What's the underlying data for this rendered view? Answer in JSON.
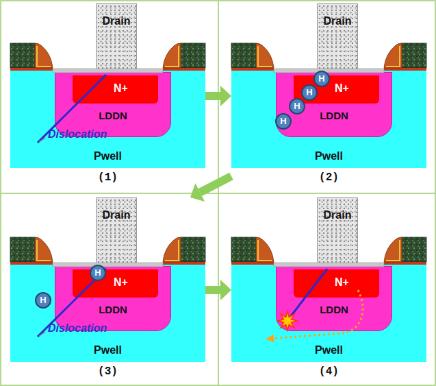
{
  "diagram": {
    "nodes": [
      {
        "text": [
          "(1)"
        ]
      },
      {
        "text": [
          "Drain"
        ],
        "in": 0
      },
      {
        "text": [
          "Pwell"
        ],
        "in": 0
      },
      {
        "text": [
          "LDDN"
        ],
        "in": 2
      },
      {
        "text": [
          "N+"
        ],
        "in": 3
      },
      {
        "text": [
          "(2)"
        ]
      },
      {
        "text": [
          "Drain"
        ],
        "in": 5
      },
      {
        "text": [
          "Pwell"
        ],
        "in": 5
      },
      {
        "text": [
          "LDDN"
        ],
        "in": 7
      },
      {
        "text": [
          "N+"
        ],
        "in": 8
      },
      {
        "text": [
          "H"
        ],
        "in": 5
      },
      {
        "text": [
          "H"
        ],
        "in": 5
      },
      {
        "text": [
          "H"
        ],
        "in": 5
      },
      {
        "text": [
          "H"
        ],
        "in": 5
      },
      {
        "text": [
          "(3)"
        ]
      },
      {
        "text": [
          "Drain"
        ],
        "in": 14
      },
      {
        "text": [
          "Pwell"
        ],
        "in": 14
      },
      {
        "text": [
          "LDDN"
        ],
        "in": 16
      },
      {
        "text": [
          "N+"
        ],
        "in": 17
      },
      {
        "text": [
          "H"
        ],
        "in": 14
      },
      {
        "text": [
          "H"
        ],
        "in": 14
      },
      {
        "text": [
          "(4)"
        ]
      },
      {
        "text": [
          "Drain"
        ],
        "in": 21
      },
      {
        "text": [
          "Pwell"
        ],
        "in": 21
      },
      {
        "text": [
          "LDDN"
        ],
        "in": 23
      },
      {
        "text": [
          "N+"
        ],
        "in": 24
      }
    ],
    "edges": [
      {
        "from": 0,
        "to": 5,
        "arrow": "to"
      },
      {
        "from": 5,
        "to": 14,
        "arrow": "to"
      },
      {
        "from": 14,
        "to": 21,
        "arrow": "to"
      }
    ],
    "labels": [
      "Dislocation",
      "Dislocation"
    ]
  }
}
